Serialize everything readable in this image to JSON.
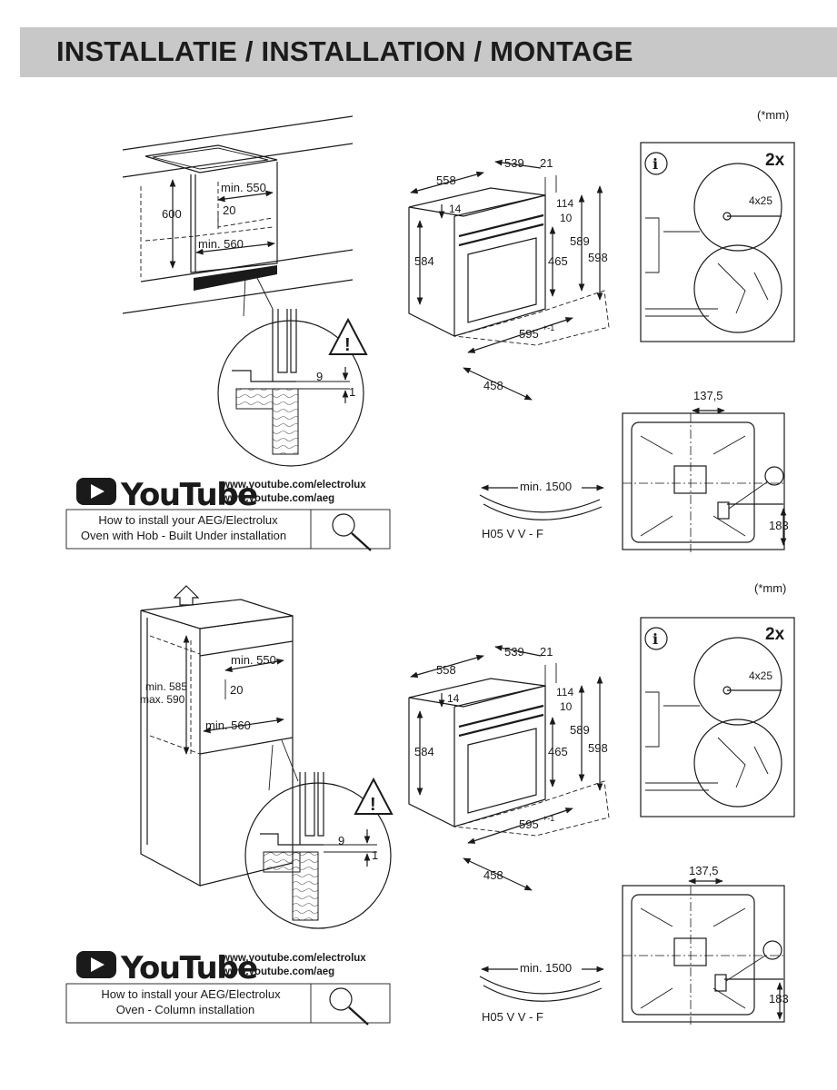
{
  "header": {
    "title": "INSTALLATIE / INSTALLATION / MONTAGE",
    "bg_color": "#c8c8c8"
  },
  "sections": [
    {
      "unit_note": "(*mm)",
      "cabinet": {
        "height": "600",
        "depth_min": "min. 550",
        "gap": "20",
        "width_min": "min. 560"
      },
      "detail": {
        "gap_top": "9",
        "gap_bottom": "1"
      },
      "oven": {
        "width": "558",
        "depth_front": "539",
        "door": "21",
        "top": "14",
        "top_right": "114",
        "step": "10",
        "h589": "589",
        "h465": "465",
        "h598": "598",
        "h584": "584",
        "front_width": "595",
        "front_tol": "+-1",
        "depth": "458"
      },
      "fixing": {
        "count": "2x",
        "screw": "4x25"
      },
      "back": {
        "offset": "137,5",
        "height": "183"
      },
      "cable": {
        "length": "min. 1500",
        "type": "H05 V V - F"
      },
      "youtube": {
        "word": "YouTube",
        "url1": "www.youtube.com/electrolux",
        "url2": "www.youtube.com/aeg",
        "caption1": "How to install your AEG/Electrolux",
        "caption2": "Oven with Hob - Built Under installation"
      }
    },
    {
      "unit_note": "(*mm)",
      "cabinet": {
        "height_min": "min. 585",
        "height_max": "max. 590",
        "depth_min": "min. 550",
        "gap": "20",
        "width_min": "min. 560"
      },
      "detail": {
        "gap_top": "9",
        "gap_bottom": "1"
      },
      "oven": {
        "width": "558",
        "depth_front": "539",
        "door": "21",
        "top": "14",
        "top_right": "114",
        "step": "10",
        "h589": "589",
        "h465": "465",
        "h598": "598",
        "h584": "584",
        "front_width": "595",
        "front_tol": "+-1",
        "depth": "458"
      },
      "fixing": {
        "count": "2x",
        "screw": "4x25"
      },
      "back": {
        "offset": "137,5",
        "height": "183"
      },
      "cable": {
        "length": "min. 1500",
        "type": "H05 V V - F"
      },
      "youtube": {
        "word": "YouTube",
        "url1": "www.youtube.com/electrolux",
        "url2": "www.youtube.com/aeg",
        "caption1": "How to install your AEG/Electrolux",
        "caption2": "Oven - Column installation"
      }
    }
  ]
}
